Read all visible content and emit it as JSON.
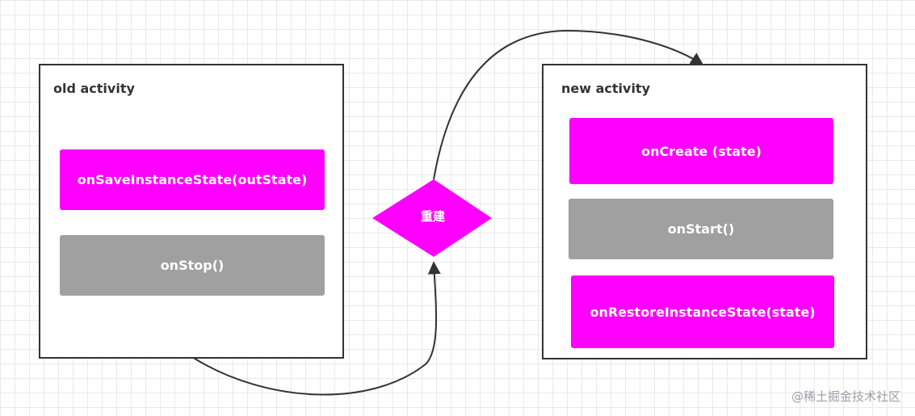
{
  "old_activity": {
    "title": "old activity",
    "save_state": "onSaveInstanceState(outState)",
    "stop": "onStop()"
  },
  "new_activity": {
    "title": "new activity",
    "create": "onCreate  (state)",
    "start": "onStart()",
    "restore": "onRestoreInstanceState(state)"
  },
  "decision": {
    "label": "重建"
  },
  "watermark": "@稀土掘金技术社区",
  "colors": {
    "magenta": "#ff00ff",
    "gray": "#a0a0a0",
    "border": "#333333",
    "text_dark": "#333333"
  }
}
